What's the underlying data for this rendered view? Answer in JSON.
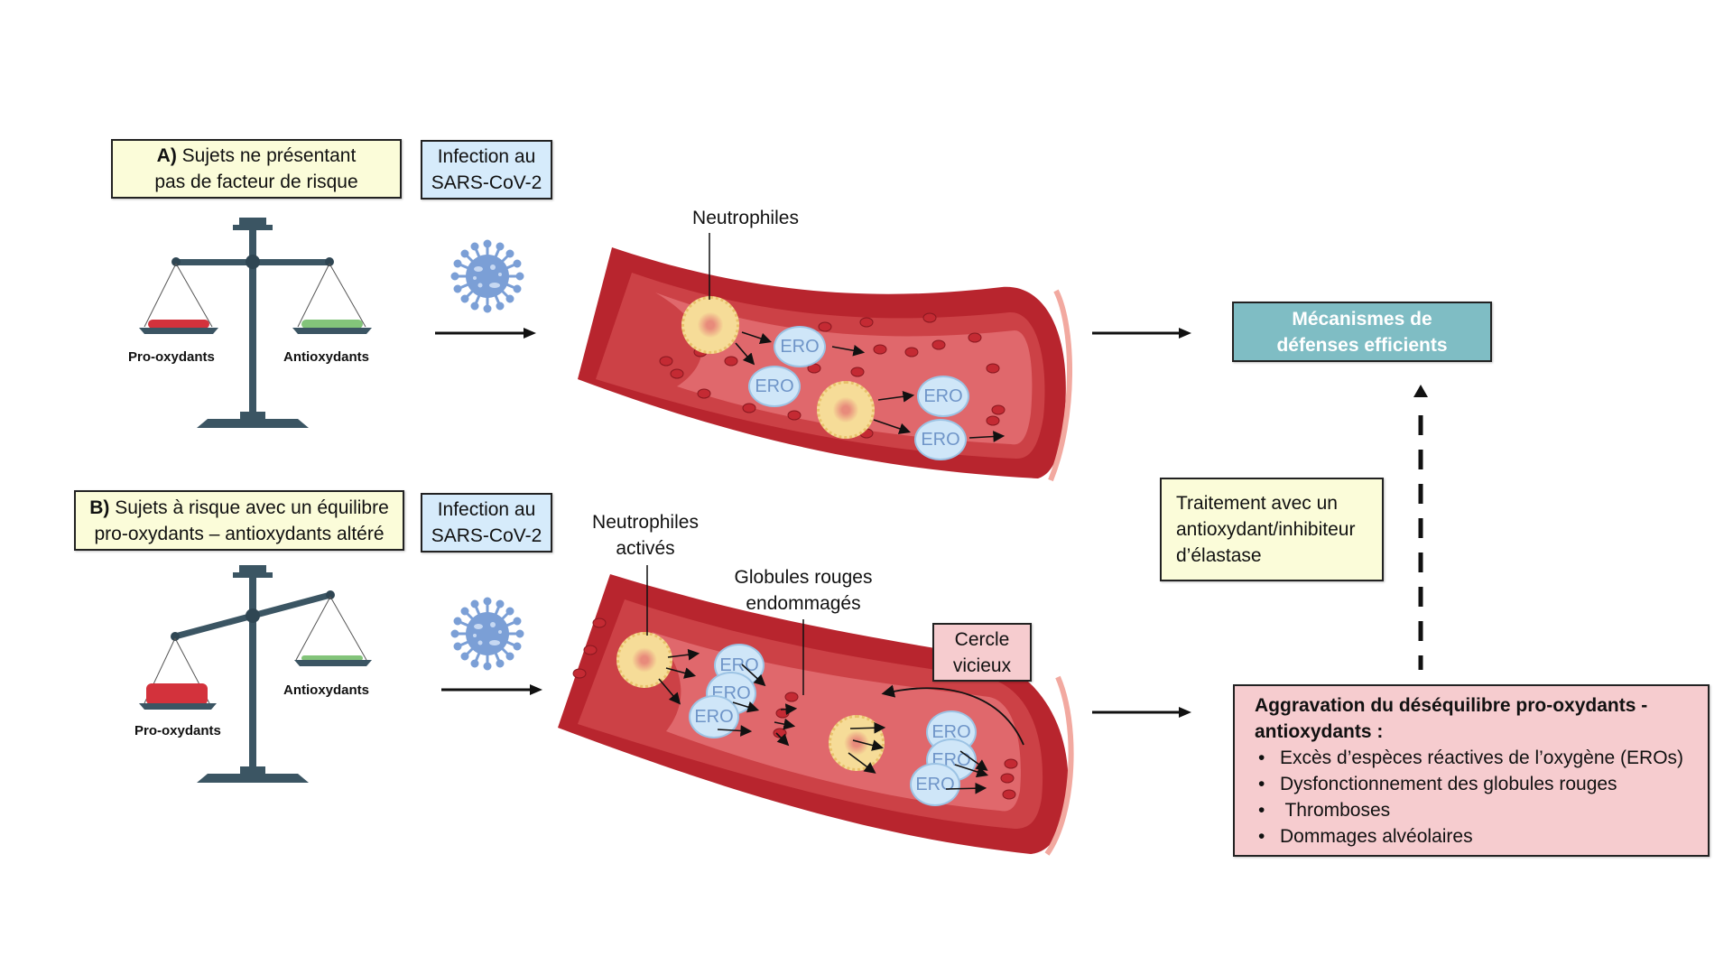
{
  "panel_a": {
    "title_prefix": "A)",
    "title_line1": " Sujets ne présentant",
    "title_line2": "pas de facteur de risque",
    "infection_line1": "Infection au",
    "infection_line2": "SARS-CoV-2",
    "scale_left_label": "Pro-oxydants",
    "scale_right_label": "Antioxydants",
    "scale_state": "balanced",
    "neutrophil_label": "Neutrophiles",
    "ero_label": "ERO",
    "outcome": "Mécanismes de défenses efficients"
  },
  "panel_b": {
    "title_prefix": "B)",
    "title_line1": " Sujets à risque avec un équilibre",
    "title_line2": "pro-oxydants – antioxydants altéré",
    "infection_line1": "Infection au",
    "infection_line2": "SARS-CoV-2",
    "scale_left_label": "Pro-oxydants",
    "scale_right_label": "Antioxydants",
    "scale_state": "tilted toward pro-oxydants",
    "neutrophil_label_line1": "Neutrophiles",
    "neutrophil_label_line2": "activés",
    "rbc_label_line1": "Globules rouges",
    "rbc_label_line2": "endommagés",
    "cycle_line1": "Cercle",
    "cycle_line2": "vicieux",
    "ero_label": "ERO",
    "outcome_title_line1": "Aggravation du déséquilibre pro-oxydants -",
    "outcome_title_line2": "antioxydants :",
    "outcome_items": [
      "Excès d’espèces réactives de l’oxygène (EROs)",
      "Dysfonctionnement des globules rouges",
      " Thromboses",
      "Dommages alvéolaires"
    ]
  },
  "treatment": {
    "line1": "Traitement avec un",
    "line2": "antioxydant/inhibiteur",
    "line3": "d’élastase"
  },
  "colors": {
    "vessel_wall": "#b8252e",
    "vessel_lumen": "#e0686c",
    "ero_fill": "#cfe6f8",
    "ero_text": "#6f95c8",
    "neutrophil": "#f6dc98",
    "virus": "#7b9fd6",
    "scale": "#3b5563",
    "pro_oxidant": "#d3323c",
    "antioxidant": "#83c47a"
  }
}
